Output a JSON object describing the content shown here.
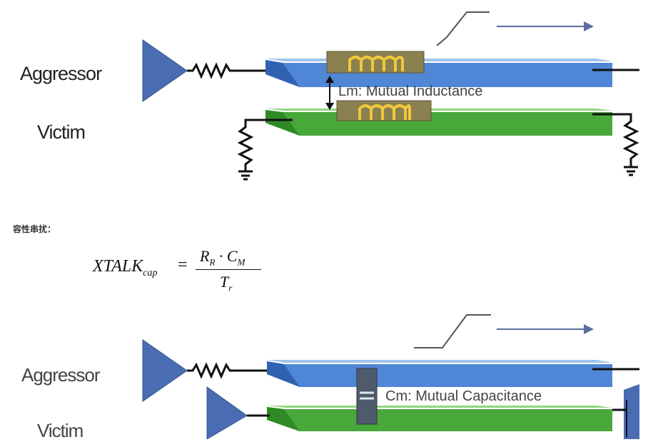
{
  "top_diagram": {
    "aggressor_label": "Aggressor",
    "victim_label": "Victim",
    "coupling_label": "Lm: Mutual Inductance"
  },
  "section_label": "容性串扰：",
  "formula": {
    "lhs": "XTALK",
    "lhs_sub": "cap",
    "numerator_r": "R",
    "numerator_r_sub": "R",
    "numerator_c": "C",
    "numerator_c_sub": "M",
    "denominator": "T",
    "denominator_sub": "r"
  },
  "bottom_diagram": {
    "aggressor_label": "Aggressor",
    "victim_label": "Victim",
    "coupling_label": "Cm: Mutual Capacitance"
  },
  "colors": {
    "driver_blue": "#4a6cb3",
    "aggressor_trace": "#4f86d6",
    "victim_trace": "#48a83a",
    "inductor_box": "#8a8050",
    "coil": "#e8c23a",
    "wire": "#111111"
  }
}
